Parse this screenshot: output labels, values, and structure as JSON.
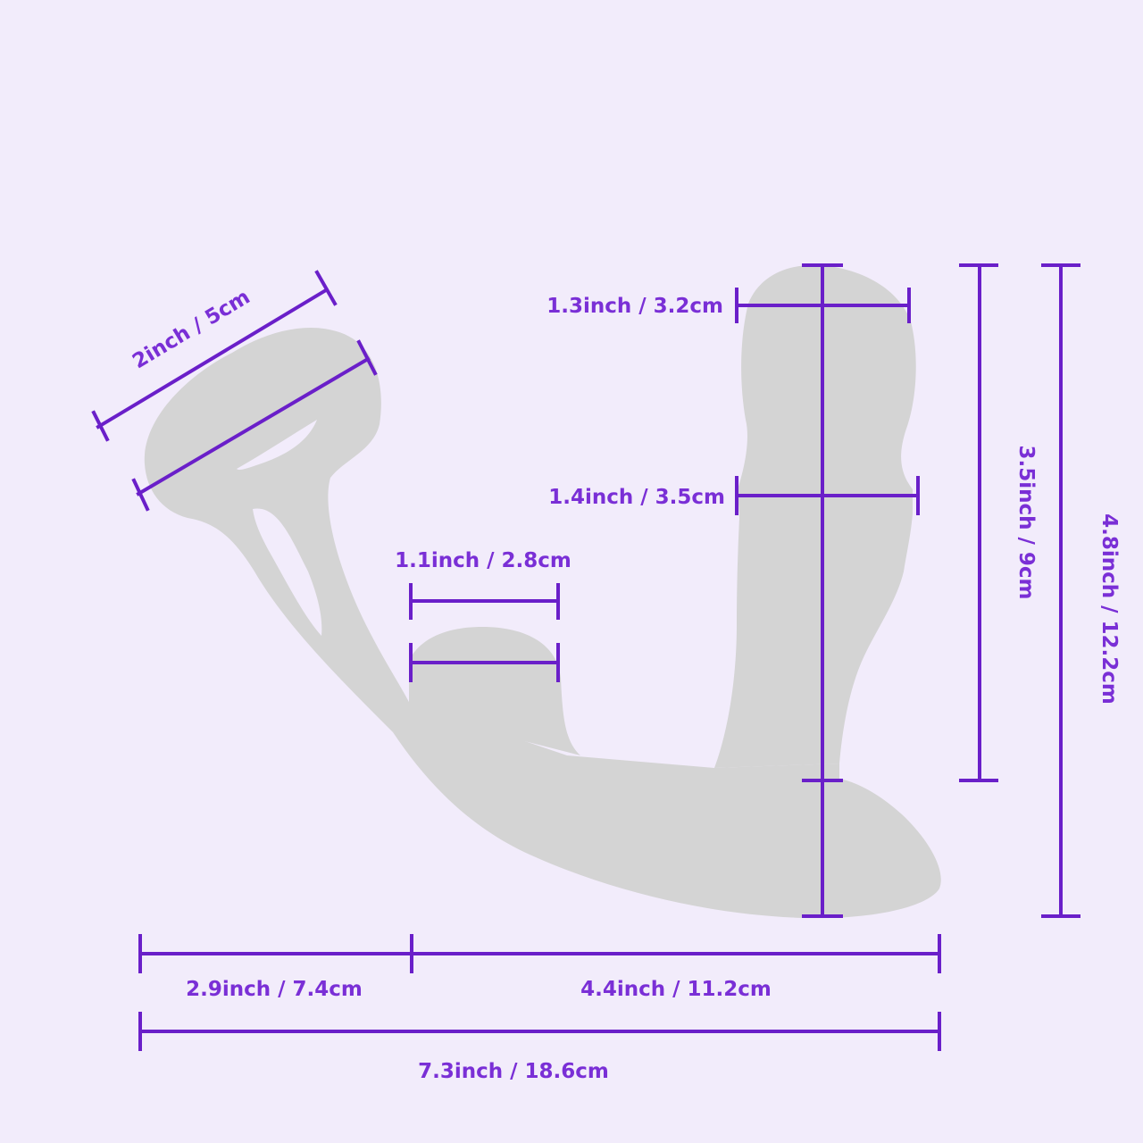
{
  "colors": {
    "background": "#F2ECFB",
    "silhouette": "#D4D4D4",
    "dimension": "#6A1FC9",
    "label": "#7A2FD6"
  },
  "dimensions": {
    "ring_diameter": "2inch / 5cm",
    "head_width": "1.3inch / 3.2cm",
    "shaft_width": "1.4inch / 3.5cm",
    "bump_width": "1.1inch / 2.8cm",
    "insertable_height": "3.5inch / 9cm",
    "total_height": "4.8inch / 12.2cm",
    "left_length": "2.9inch / 7.4cm",
    "right_length": "4.4inch / 11.2cm",
    "total_length": "7.3inch / 18.6cm"
  }
}
